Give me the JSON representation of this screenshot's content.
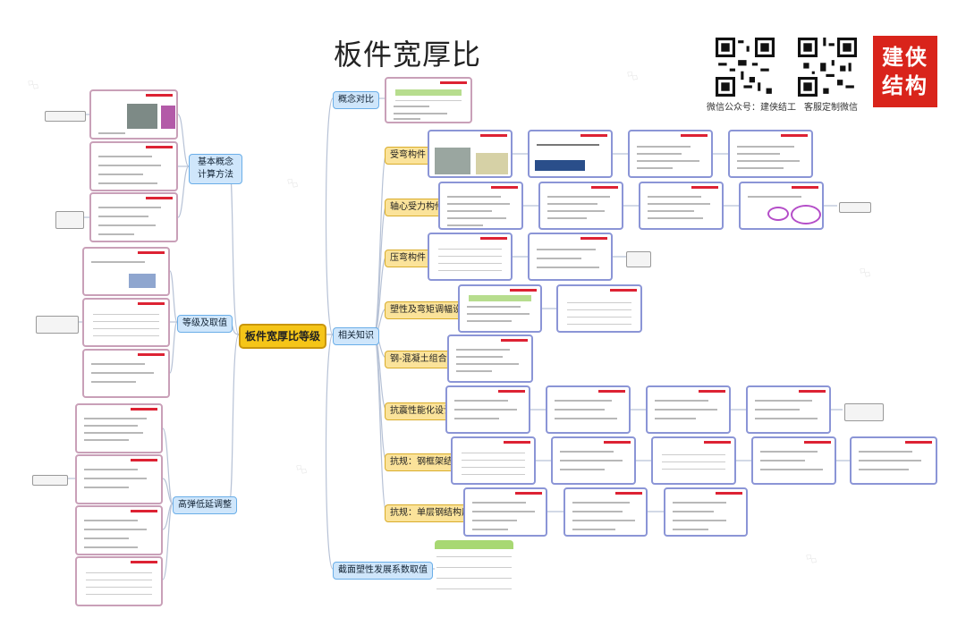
{
  "title": "板件宽厚比",
  "brand": "建侠结构",
  "qr_captions": [
    "微信公众号：建侠结工",
    "客服定制微信"
  ],
  "root": "板件宽厚比等级",
  "left_branches": [
    "基本概念计算方法",
    "等级及取值",
    "高弹低延调整"
  ],
  "right_branches": [
    "概念对比",
    "相关知识",
    "截面塑性发展系数取值"
  ],
  "sub_branches": [
    "受弯构件",
    "轴心受力构件",
    "压弯构件",
    "塑性及弯矩调幅设计",
    "钢-混凝土组合梁",
    "抗震性能化设计",
    "抗规：钢框架结构",
    "抗规：单层钢结构厂房"
  ],
  "colors": {
    "root_fill": "#f5c518",
    "branch_fill": "#cfe6fb",
    "sub_fill": "#fbe39a",
    "brand_red": "#d9241b",
    "card_border": "#c9a0b8"
  }
}
